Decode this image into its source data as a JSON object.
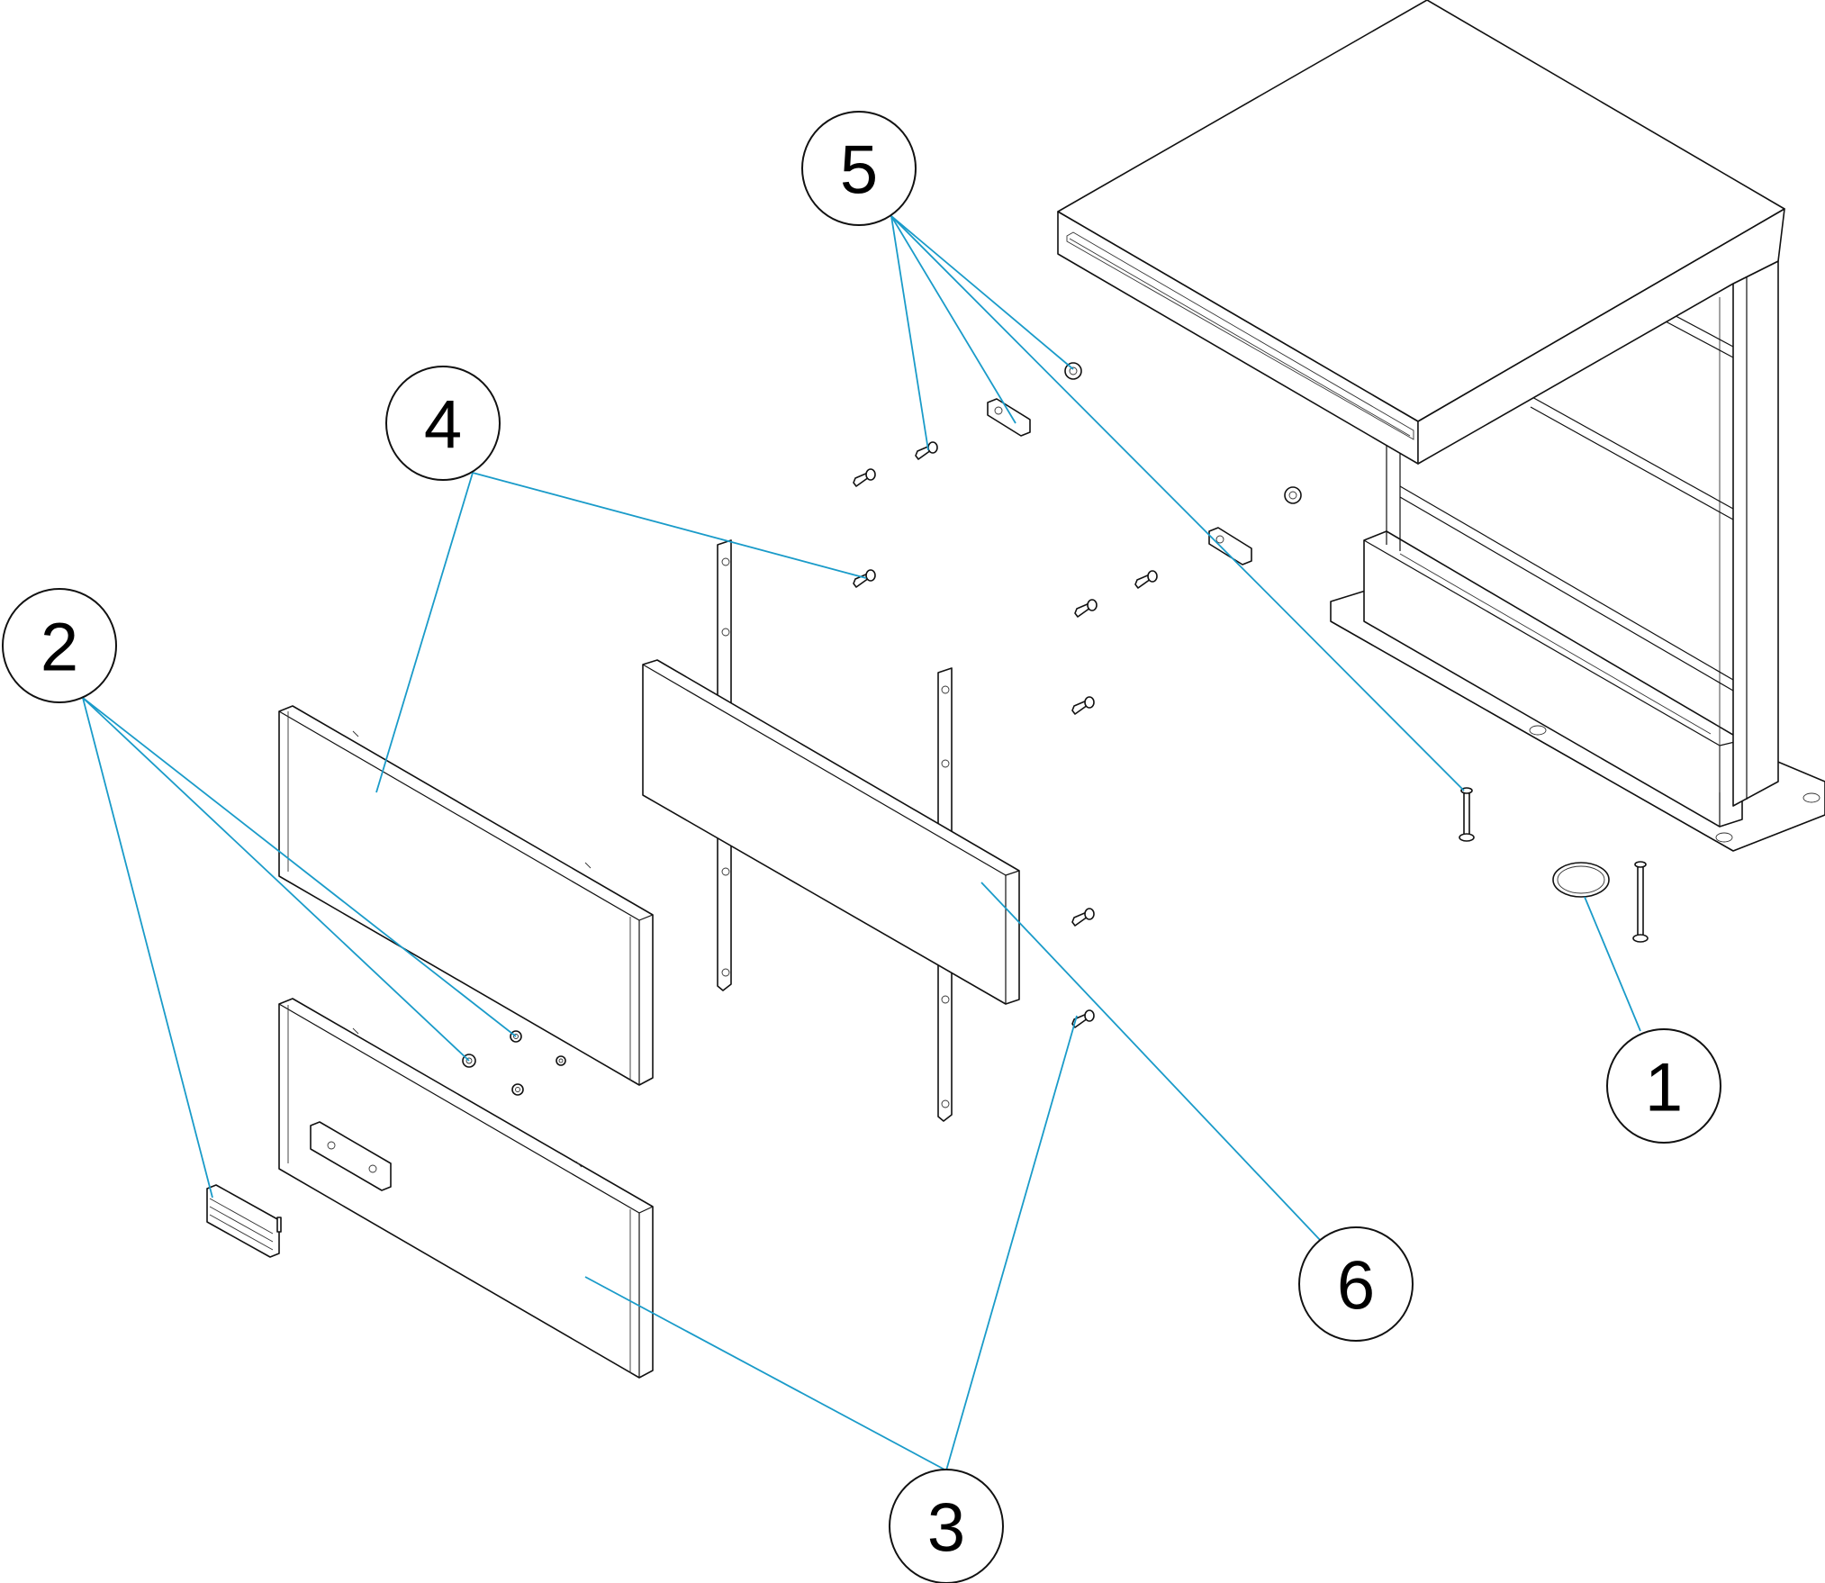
{
  "colors": {
    "leader": "#1a9bc9",
    "line": "#111111"
  },
  "balloons": [
    {
      "id": "1",
      "label": "1"
    },
    {
      "id": "2",
      "label": "2"
    },
    {
      "id": "3",
      "label": "3"
    },
    {
      "id": "4",
      "label": "4"
    },
    {
      "id": "5",
      "label": "5"
    },
    {
      "id": "6",
      "label": "6"
    }
  ]
}
